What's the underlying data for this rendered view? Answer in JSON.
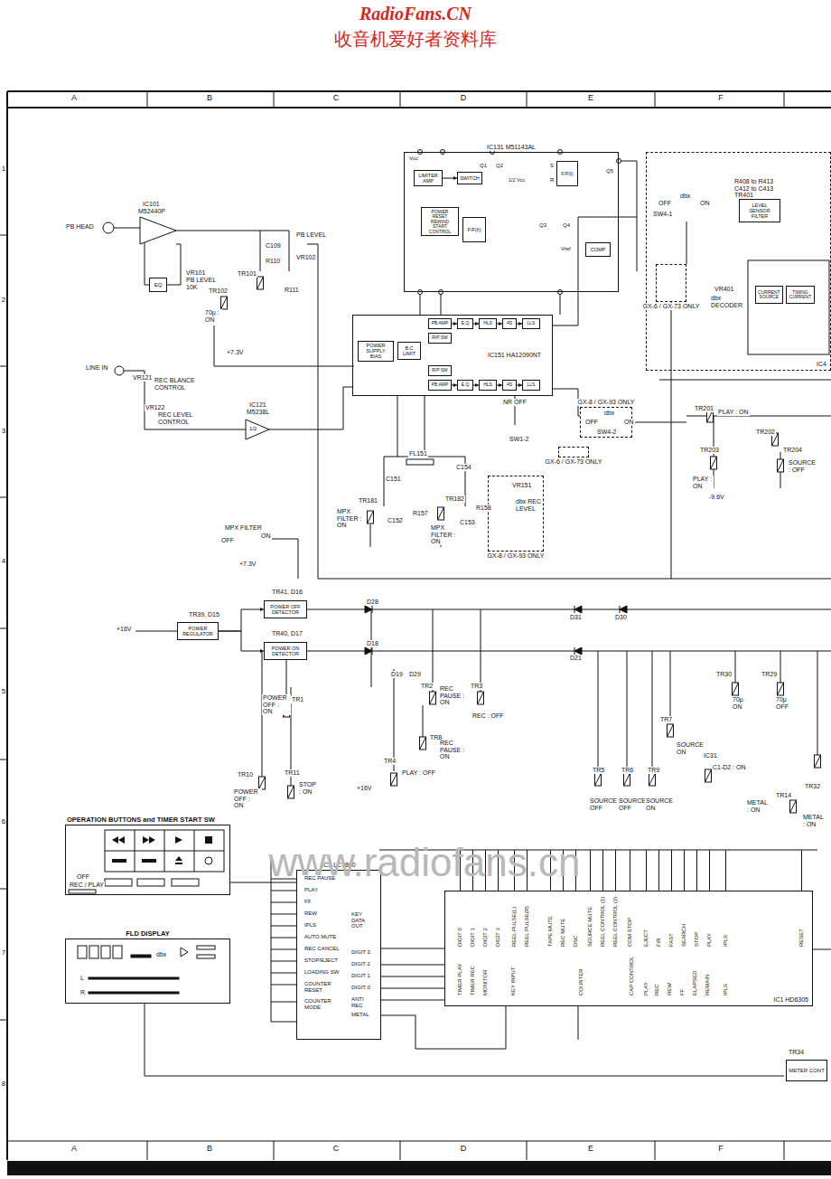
{
  "diagram": {
    "nodes": [
      {
        "text": [
          "IC131 M51143AL"
        ]
      },
      {
        "text": [
          "LIMITER AMP"
        ],
        "in": 0
      },
      {
        "text": [
          "SWITCH"
        ],
        "in": 0
      },
      {
        "text": [
          "F/F(I)"
        ],
        "in": 0
      },
      {
        "text": [
          "POWER RESET REWIND START CONTROL"
        ],
        "in": 0
      },
      {
        "text": [
          "F/F(II)"
        ],
        "in": 0
      },
      {
        "text": [
          "COMP"
        ],
        "in": 0
      },
      {
        "text": [
          "IC151 HA12090NT"
        ]
      },
      {
        "text": [
          "POWER SUPPLY BIAS"
        ],
        "in": 7
      },
      {
        "text": [
          "B.C LIMIT"
        ],
        "in": 7
      },
      {
        "text": [
          "PB AMP"
        ],
        "in": 7
      },
      {
        "text": [
          "E.Q"
        ],
        "in": 7
      },
      {
        "text": [
          "HLS"
        ],
        "in": 7
      },
      {
        "text": [
          "4S"
        ],
        "in": 7
      },
      {
        "text": [
          "LLS"
        ],
        "in": 7
      },
      {
        "text": [
          "R/P SW"
        ],
        "in": 7
      },
      {
        "text": [
          "R/P SW"
        ],
        "in": 7
      },
      {
        "text": [
          "PB AMP"
        ],
        "in": 7
      },
      {
        "text": [
          "E.Q"
        ],
        "in": 7
      },
      {
        "text": [
          "HLS"
        ],
        "in": 7
      },
      {
        "text": [
          "4S"
        ],
        "in": 7
      },
      {
        "text": [
          "LLS"
        ],
        "in": 7
      },
      {
        "text": [
          "EQ"
        ]
      },
      {
        "text": [
          "POWER REGULATOR"
        ]
      },
      {
        "text": [
          "POWER OFF DETECTOR"
        ]
      },
      {
        "text": [
          "POWER ON DETECTOR"
        ]
      },
      {
        "text": [
          "IC5 LC7800"
        ]
      },
      {
        "text": [
          "IC1 HD6305"
        ]
      },
      {
        "text": [
          "OPERATION BUTTONS and TIMER START SW"
        ]
      },
      {
        "text": [
          "FLD DISPLAY"
        ]
      },
      {
        "text": [
          "IC4"
        ]
      },
      {
        "text": [
          "LEVEL SENSOR FILTER"
        ],
        "in": 30
      },
      {
        "text": [
          "CURRENT SOURCE"
        ],
        "in": 30
      },
      {
        "text": [
          "TIMING CURRENT"
        ],
        "in": 30
      },
      {
        "text": [
          "METER CONT"
        ]
      },
      {
        "text": [
          "GX-8 / GX-93 ONLY"
        ]
      },
      {
        "text": [
          "GX-8 / GX-93 ONLY"
        ]
      },
      {
        "text": [
          "GX-6 / GX-73 ONLY"
        ]
      },
      {
        "text": [
          "GX-6 / GX-73 ONLY"
        ]
      }
    ],
    "edges": [
      {
        "from": 23,
        "to": 24,
        "arrow": "to"
      },
      {
        "from": 23,
        "to": 25,
        "arrow": "to"
      },
      {
        "from": 1,
        "to": 2,
        "arrow": "to"
      },
      {
        "from": 10,
        "to": 11,
        "arrow": "to"
      },
      {
        "from": 11,
        "to": 12,
        "arrow": "to"
      },
      {
        "from": 12,
        "to": 13,
        "arrow": "to"
      },
      {
        "from": 13,
        "to": 14,
        "arrow": "to"
      },
      {
        "from": 17,
        "to": 18,
        "arrow": "to"
      },
      {
        "from": 18,
        "to": 19,
        "arrow": "to"
      },
      {
        "from": 19,
        "to": 20,
        "arrow": "to"
      },
      {
        "from": 20,
        "to": 21,
        "arrow": "to"
      },
      {
        "from": 28,
        "to": 26,
        "arrow": "none"
      },
      {
        "from": 26,
        "to": 27,
        "arrow": "none"
      }
    ],
    "labels": [
      "RadioFans.CN",
      "收音机爱好者资料库",
      "A",
      "B",
      "C",
      "D",
      "E",
      "F",
      "1",
      "2",
      "3",
      "4",
      "5",
      "6",
      "7",
      "8",
      "A",
      "B",
      "C",
      "D",
      "E",
      "F",
      "www.radiofans.cn",
      "PB HEAD",
      "IC101",
      "M52440P",
      "VR101",
      "PB LEVEL",
      "10K",
      "C109",
      "R110",
      "R111",
      "PB LEVEL",
      "VR102",
      "TR101",
      "TR102",
      "70μ : ON",
      "+7.3V",
      "LINE IN",
      "VR121",
      "REC BLANCE CONTROL",
      "VR122",
      "REC LEVEL CONTROL",
      "IC121",
      "M5238L",
      "1/2",
      "NR OFF",
      "SW1-2",
      "dbx",
      "OFF",
      "ON",
      "SW4-2",
      "OFF",
      "dbx",
      "ON",
      "SW4-1",
      "R408 to R413",
      "C412 to C413",
      "TR401",
      "VR401",
      "dbx DECODER",
      "FL151",
      "C151",
      "C154",
      "TR181",
      "MPX FILTER : ON",
      "C152",
      "R157",
      "TR182",
      "MPX FILTER : ON",
      "C153",
      "R158",
      "VR151",
      "dbx REC LEVEL",
      "MPX FILTER",
      "OFF",
      "ON",
      "+7.3V",
      "+16V",
      "TR41, D16",
      "TR40, D17",
      "TR39, D15",
      "D28",
      "D18",
      "D19",
      "D29",
      "D31",
      "D30",
      "D21",
      "TR2",
      "REC PAUSE : ON",
      "TR3",
      "REC : OFF",
      "TR8",
      "REC PAUSE : ON",
      "TR4",
      "PLAY : OFF",
      "POWER OFF : ON",
      "TR1",
      "TR10",
      "POWER OFF : ON",
      "TR11",
      "STOP : ON",
      "+16V",
      "TR5",
      "TR6",
      "TR9",
      "SOURCE OFF",
      "SOURCE OFF",
      "SOURCE ON",
      "TR7",
      "SOURCE ON",
      "TR201",
      "PLAY : ON",
      "TR202",
      "TR203",
      "PLAY : ON",
      "TR204",
      "SOURCE : OFF",
      "-9.6V",
      "TR30",
      "70μ ON",
      "TR29",
      "70μ OFF",
      "IC31",
      "C1-D2 : ON",
      "TR14",
      "METAL : ON",
      "TR32",
      "METAL : ON",
      "TR34",
      "REC PAUSE",
      "PLAY",
      "FF",
      "REW",
      "IPLS",
      "AUTO MUTE",
      "REC CANCEL",
      "STOP/EJECT",
      "LOADING SW",
      "COUNTER RESET",
      "COUNTER MODE",
      "KEY DATA OUT",
      "DIGIT 3",
      "DIGIT 2",
      "DIGIT 1",
      "DIGIT 0",
      "ANTI REC",
      "METAL",
      "DIGIT 0",
      "DIGIT 1",
      "DIGIT 2",
      "DIGIT 3",
      "REEL PULSE(L)",
      "REEL PULSE(R)",
      "TAPE MUTE",
      "REC MUTE",
      "DSC",
      "SOURCE MUTE",
      "REEL CONTROL (1)",
      "REEL CONTROL (2)",
      "COM STOP",
      "EJECT",
      "F/R",
      "FAST",
      "SEARCH",
      "STOP",
      "PLAY",
      "IPLS",
      "RESET",
      "TIMER PLAY",
      "TIMER REC",
      "MONITOR",
      "KEY INPUT",
      "COUNTER",
      "CAP CONTROL",
      "PLAY",
      "REC",
      "REW",
      "FF",
      "ELAPSED",
      "REMAIN",
      "IPLS",
      "OFF",
      "REC / PLAY",
      "dbx",
      "L",
      "R",
      "Vcc",
      "Q1",
      "Q2",
      "1/2 Vcc",
      "S",
      "R",
      "Q3",
      "Q4",
      "Q5",
      "Vref"
    ]
  }
}
